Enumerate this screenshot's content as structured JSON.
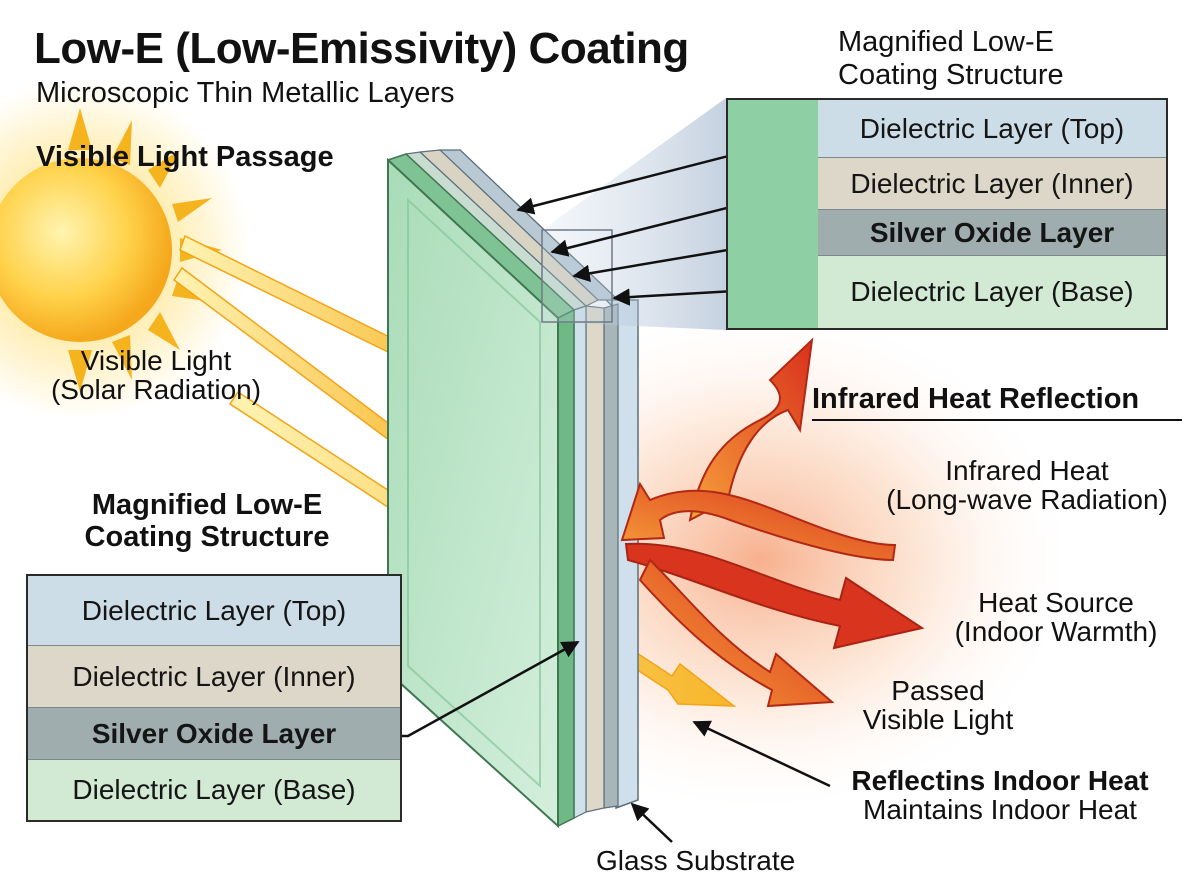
{
  "title": "Low-E (Low-Emissivity) Coating",
  "subtitle": "Microscopic Thin Metallic Layers",
  "visible_light_heading": "Visible Light Passage",
  "visible_light_label": [
    "Visible Light",
    "(Solar Radiation)"
  ],
  "magnified_top": {
    "heading": [
      "Magnified Low-E",
      "Coating Structure"
    ],
    "layers": [
      "Dielectric Layer (Top)",
      "Dielectric Layer (Inner)",
      "Silver Oxide Layer",
      "Dielectric Layer (Base)"
    ]
  },
  "magnified_bottom": {
    "heading": [
      "Magnified Low-E",
      "Coating Structure"
    ],
    "layers": [
      "Dielectric Layer (Top)",
      "Dielectric Layer (Inner)",
      "Silver Oxide Layer",
      "Dielectric Layer (Base)"
    ]
  },
  "infrared_heading": "Infrared Heat Reflection",
  "infrared_label": [
    "Infrared Heat",
    "(Long-wave Radiation)"
  ],
  "heat_source_label": [
    "Heat Source",
    "(Indoor Warmth)"
  ],
  "passed_light_label": [
    "Passed",
    "Visible Light"
  ],
  "reflect_label": [
    "Reflectins Indoor Heat",
    "Maintains Indoor Heat"
  ],
  "glass_label": "Glass Substrate",
  "colors": {
    "layer_top": "#cddde8",
    "layer_inner": "#dcd7c8",
    "layer_silver": "#9fadae",
    "layer_base": "#d2e9d3",
    "glass": "#8fcfa4",
    "sun": "#f6b826",
    "heat_red": "#e03a20",
    "heat_orange": "#f38a20"
  }
}
